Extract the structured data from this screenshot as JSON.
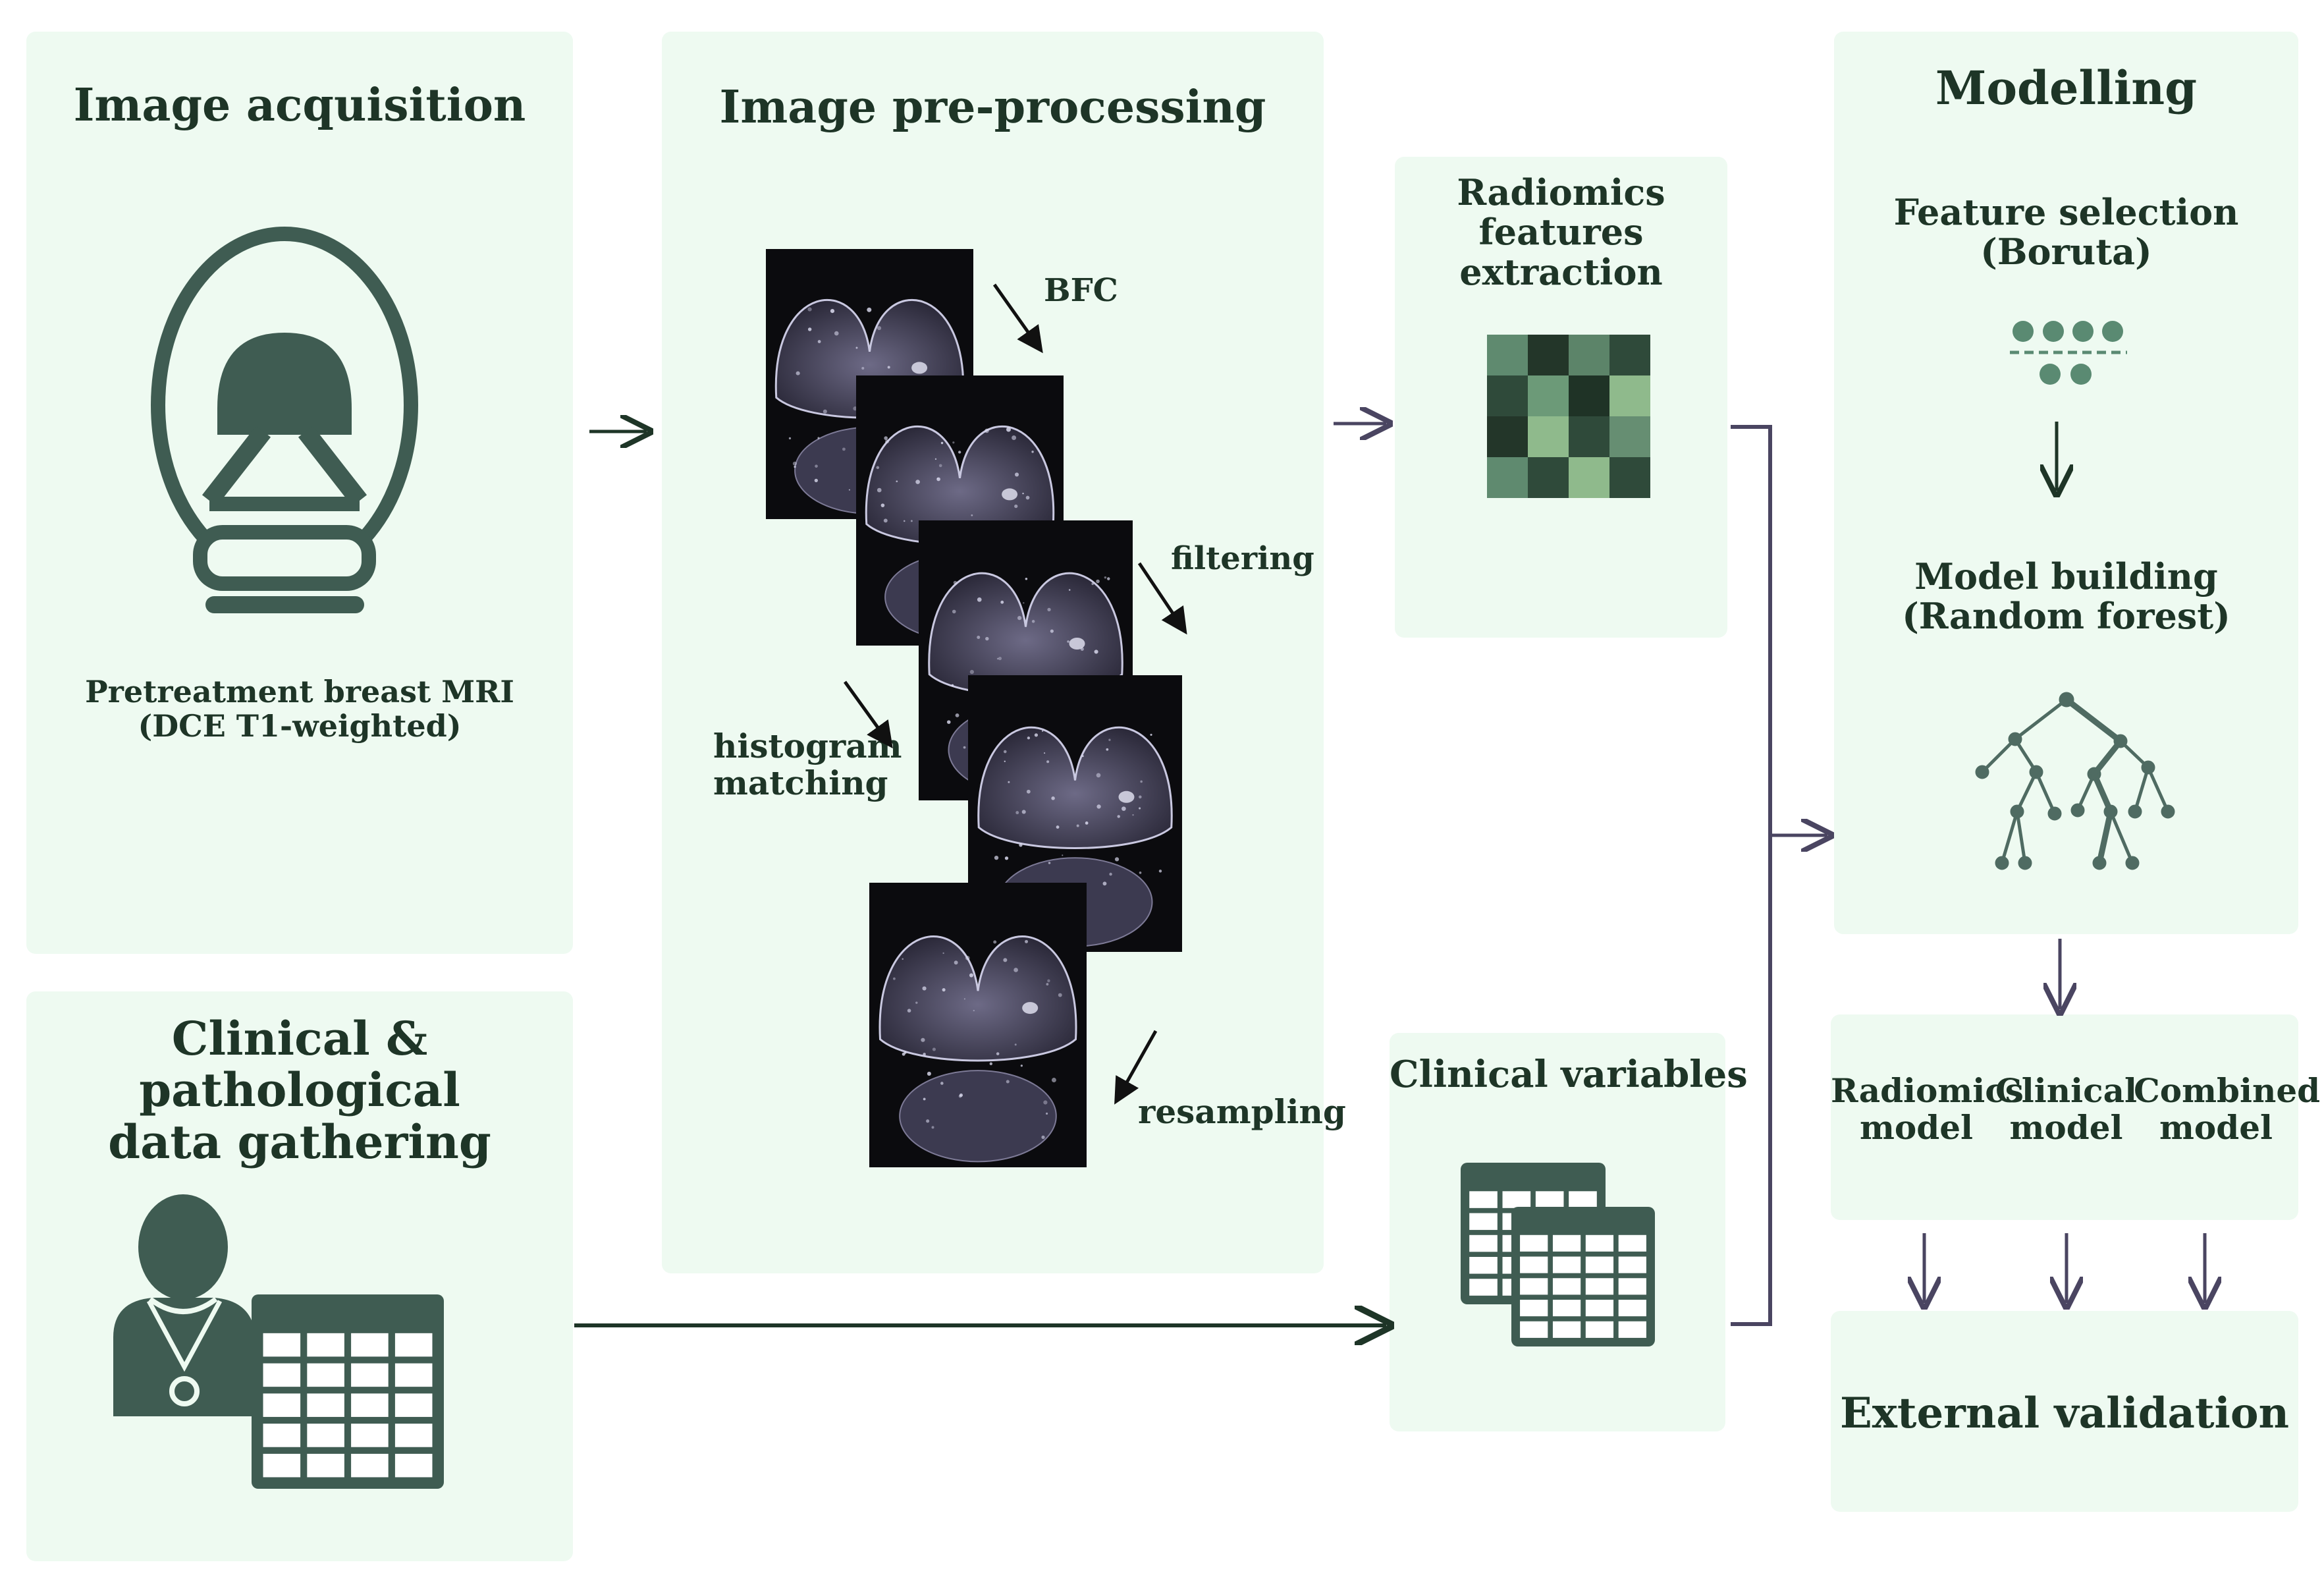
{
  "colors": {
    "panel_bg": "#eefaf1",
    "icon_dark": "#3f5c52",
    "text_dark": "#1e3527",
    "arrow_purple": "#4a4561",
    "grid": [
      "#5f8a6f",
      "#233629",
      "#5c8469",
      "#2f4a3a",
      "#2f4a3a",
      "#6c9a78",
      "#1f3326",
      "#8fba8c",
      "#233629",
      "#8fba8c",
      "#2f4a3a",
      "#668e72",
      "#5f8a6f",
      "#2f4a3a",
      "#8fba8c",
      "#2f4a3a"
    ]
  },
  "icons": {
    "scanner": "mri-scanner-icon",
    "clinician": "clinician-icon",
    "table": "data-table-icon",
    "feature_grid": "feature-heatmap-icon",
    "dots": "feature-selection-dots-icon",
    "tree": "decision-tree-icon"
  },
  "acquisition": {
    "title": "Image acquisition",
    "caption": "Pretreatment breast MRI\n(DCE T1-weighted)"
  },
  "clinical_panel": {
    "title": "Clinical & pathological\ndata gathering"
  },
  "preprocessing": {
    "title": "Image pre-processing",
    "steps": {
      "bfc": "BFC",
      "filtering": "filtering",
      "histogram": "histogram\nmatching",
      "resampling": "resampling"
    }
  },
  "radiomics": {
    "title": "Radiomics features\nextraction"
  },
  "clinical_vars": {
    "title": "Clinical variables"
  },
  "modelling": {
    "title": "Modelling",
    "feature_selection": "Feature selection\n(Boruta)",
    "model_building": "Model building\n(Random forest)"
  },
  "models": {
    "radiomics": "Radiomics\nmodel",
    "clinical": "Clinical\nmodel",
    "combined": "Combined\nmodel"
  },
  "validation": {
    "title": "External validation"
  }
}
